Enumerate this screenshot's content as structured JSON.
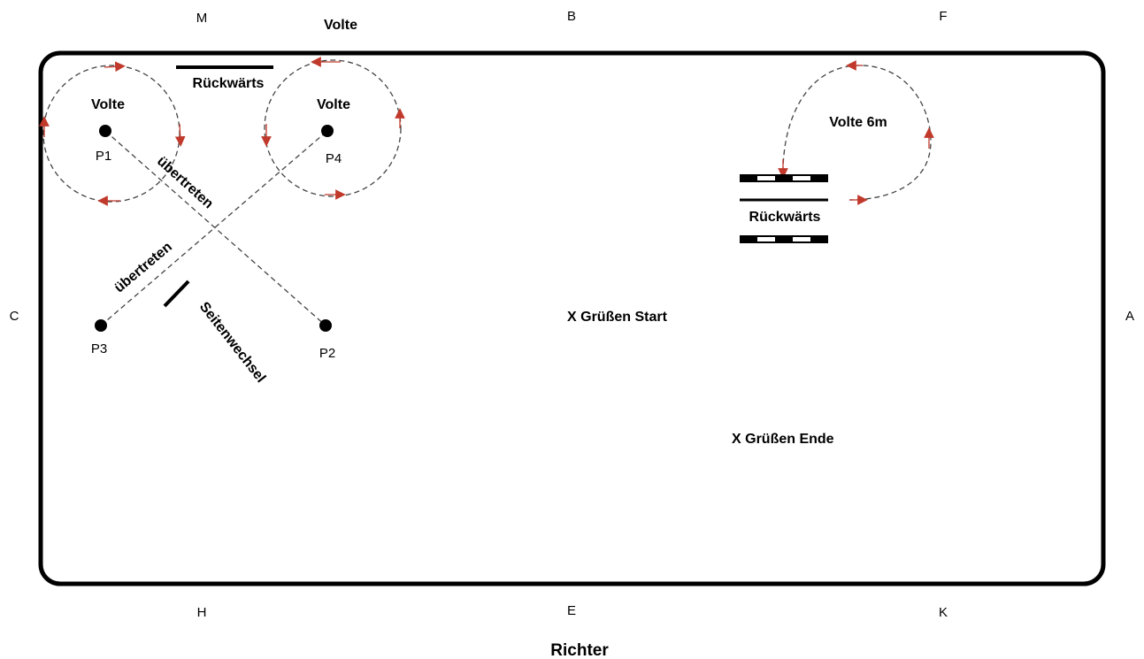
{
  "markers": {
    "m": "M",
    "b": "B",
    "f": "F",
    "c": "C",
    "a": "A",
    "h": "H",
    "e": "E",
    "k": "K"
  },
  "top_label": "Volte",
  "judge": "Richter",
  "points": {
    "p1": "P1",
    "p2": "P2",
    "p3": "P3",
    "p4": "P4"
  },
  "labels": {
    "volte_left": "Volte",
    "volte_mid": "Volte",
    "volte_6m": "Volte 6m",
    "rueckwaerts_top": "Rückwärts",
    "rueckwaerts_right": "Rückwärts",
    "uebertreten_1": "übertreten",
    "uebertreten_2": "übertreten",
    "seitenwechsel": "Seitenwechsel",
    "gruessen_start": "X  Grüßen Start",
    "gruessen_ende": "X  Grüßen Ende"
  },
  "colors": {
    "arena_border": "#000000",
    "path_dash": "#444444",
    "arrow": "#c0392b",
    "points": "#000000"
  }
}
